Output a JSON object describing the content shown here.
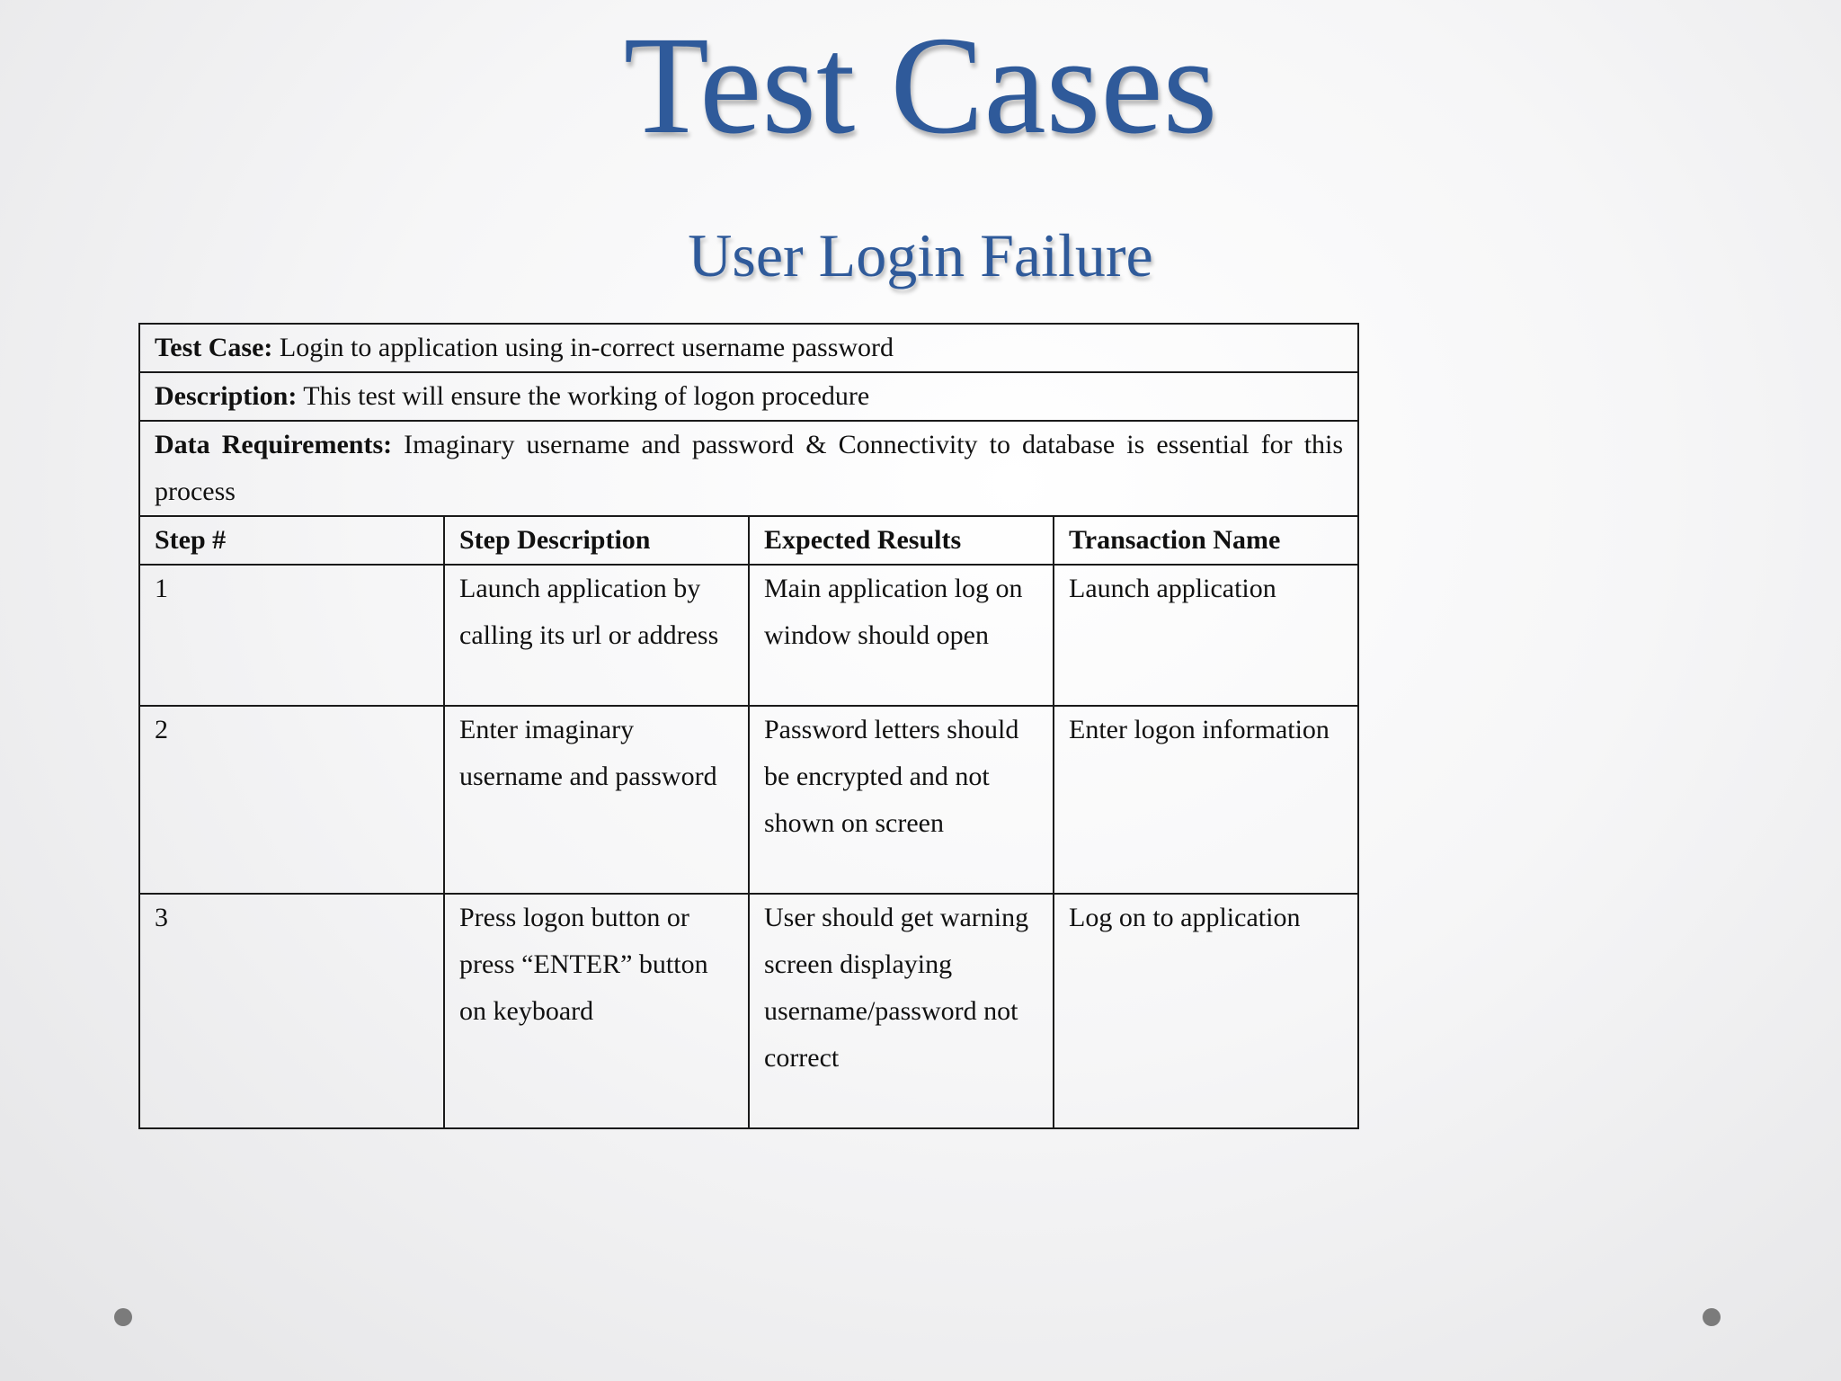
{
  "title": "Test Cases",
  "subtitle": "User Login Failure",
  "test_case": {
    "label": "Test Case:",
    "value": "Login to application using in-correct username password"
  },
  "description": {
    "label": "Description:",
    "value": "This test will ensure the working of logon procedure"
  },
  "data_requirements": {
    "label": "Data Requirements:",
    "value": "Imaginary username and password & Connectivity to database is essential for this process"
  },
  "columns": [
    "Step #",
    "Step Description",
    "Expected Results",
    "Transaction Name"
  ],
  "steps": [
    {
      "step": "1",
      "description": "Launch application by calling its url or address",
      "expected": "Main application log on window should open",
      "transaction": "Launch application"
    },
    {
      "step": "2",
      "description": "Enter imaginary username and password",
      "expected": "Password letters should be encrypted and not shown on screen",
      "transaction": "Enter logon information"
    },
    {
      "step": "3",
      "description": "Press logon button or press “ENTER” button on keyboard",
      "expected": "User should get warning screen displaying username/password not correct",
      "transaction": "Log on to application"
    }
  ]
}
